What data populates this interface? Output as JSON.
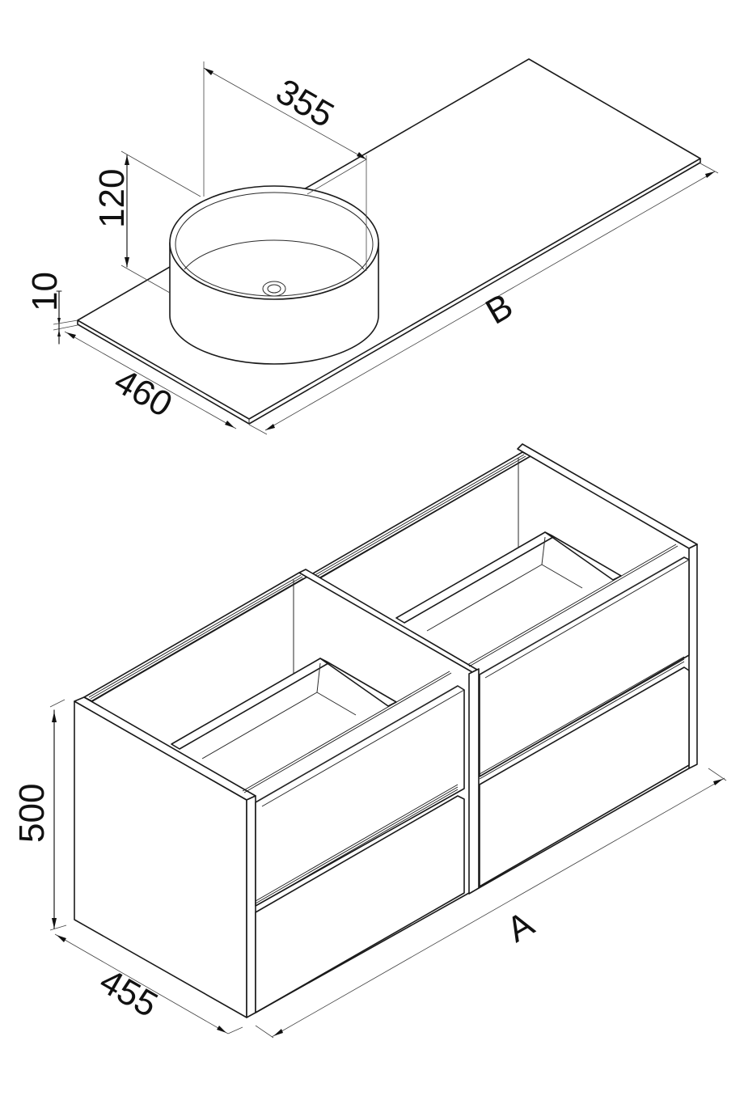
{
  "drawing": {
    "background": "#ffffff",
    "line_color": "#1a1a1a",
    "countertop_with_basin": {
      "dimensions": {
        "basin_diameter": "355",
        "basin_height": "120",
        "top_thickness": "10",
        "top_depth": "460",
        "top_length": "B"
      }
    },
    "cabinet": {
      "drawers": 4,
      "dimensions": {
        "height": "500",
        "depth": "455",
        "width": "A"
      }
    }
  }
}
